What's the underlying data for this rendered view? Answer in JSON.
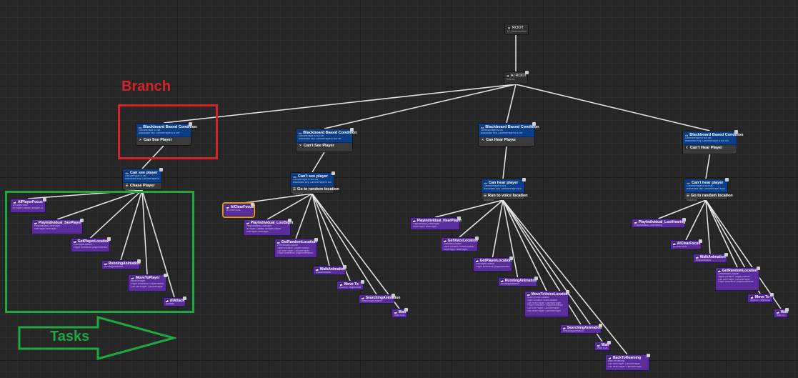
{
  "annotations": {
    "branch_label": "Branch",
    "tasks_label": "Tasks"
  },
  "colors": {
    "decorator": "#0b3e86",
    "task": "#5a2d9c",
    "composite": "#3a3a3a",
    "wire": "#e8e8e8",
    "branch_annotation": "#d4242a",
    "tasks_annotation": "#1fa842"
  },
  "root": {
    "title": "ROOT",
    "sub": "BT_BehaviourRoot"
  },
  "ai_root": {
    "title": "AI ROOT",
    "sub": "Selector"
  },
  "branches": [
    {
      "decorator": {
        "title": "Blackboard Based Condition",
        "lines": [
          "CanSeePlayer IS Set",
          "Blackboard Key: CanSeePlayer is Is Set"
        ]
      },
      "name": "Can See Player",
      "sequence": {
        "title": "Can see player",
        "lines": [
          "CanSeePlayer is Set",
          "Blackboard Key: CanSeePlayer is Is Set"
        ],
        "name": "Chase Player",
        "type": "Sequence"
      },
      "tasks": [
        {
          "title": "AIPlayerFocus",
          "lines": [
            "AIPlayerFocus",
            "Is Player Chased: isPlayerChased"
          ]
        },
        {
          "title": "PlayIndividual_SeePlayer",
          "lines": [
            "PlayIndividual_SeePlayer",
            "SeePlayer: seePlayer"
          ]
        },
        {
          "title": "GetPlayerLocation",
          "lines": [
            "GetPlayerLocation",
            "Player Reference: playerReference"
          ]
        },
        {
          "title": "RunningAnimation",
          "lines": [
            "RunningAnimation"
          ]
        },
        {
          "title": "MoveToPlayer",
          "lines": [
            "MoveToPlayer",
            "Player Reference: PlayerReference",
            "Can See Player: CanSeePlayer"
          ]
        },
        {
          "title": "AIAttack",
          "lines": [
            "AIAttack"
          ]
        }
      ]
    },
    {
      "decorator": {
        "title": "Blackboard Based Condition",
        "lines": [
          "CanSeePlayer is Not Set",
          "Blackboard Key: CanSeePlayer is Not Set"
        ]
      },
      "name": "Can't See Player",
      "sequence": {
        "title": "Can't see player",
        "lines": [
          "CanSeePlayer is Not Set",
          "Blackboard Key: CanSeePlayer is Not Set"
        ],
        "name": "Go to random location",
        "type": "Sequence"
      },
      "tasks": [
        {
          "title": "AIClearFocus",
          "lines": [
            "AIClearFocus"
          ]
        },
        {
          "title": "PlayIndividual_LostSight",
          "lines": [
            "PlayIndividual_LostSight",
            "Is Player Chased: isPlayerChased",
            "SeePlayer: seePlayer"
          ]
        },
        {
          "title": "GetRandomLocation",
          "lines": [
            "GetRandomLocation",
            "Target Location: TargetLocation",
            "Can See Player: CanSeePlayer",
            "Player Reference: playerReference"
          ]
        },
        {
          "title": "WalkAnimation",
          "lines": [
            "WalkAnimation"
          ]
        },
        {
          "title": "Move To",
          "lines": [
            "MoveTo: TargetLocation"
          ]
        },
        {
          "title": "SearchingAnimation",
          "lines": [
            "SearchingAnimation"
          ]
        },
        {
          "title": "Wait",
          "lines": [
            "Wait: 5.0s"
          ]
        }
      ]
    },
    {
      "decorator": {
        "title": "Blackboard Based Condition",
        "lines": [
          "CanHearPlayer is Set",
          "Blackboard Key: CanHearPlayer is Is Set"
        ]
      },
      "name": "Can Hear Player",
      "sequence": {
        "title": "Can hear player",
        "lines": [
          "CanHearPlayer is Set",
          "Blackboard Key: CanHearPlayer is Is Set"
        ],
        "name": "Run to voice location",
        "type": "Sequence"
      },
      "tasks": [
        {
          "title": "PlayIndividual_HearPlayer",
          "lines": [
            "PlayIndividual_HearPlayer",
            "HearPlayer: hearPlayer"
          ]
        },
        {
          "title": "GetVoiceLocation",
          "lines": [
            "GetVoiceLocation",
            "Voice Location: voiceLocation",
            "HearPlayer: hearPlayer"
          ]
        },
        {
          "title": "GetPlayerLocation",
          "lines": [
            "GetPlayerLocation",
            "Player Reference: playerReference"
          ]
        },
        {
          "title": "RunningAnimation",
          "lines": [
            "RunningAnimation"
          ]
        },
        {
          "title": "MoveToVoiceLocation",
          "lines": [
            "MoveToVoiceLocation",
            "Voice Location: voiceLocation",
            "Can Hear Player: CanHearPlayer",
            "Player Reference: playerReference",
            "Can See Player: CanSeePlayer",
            "Can Hear Player: CanHearPlayer"
          ]
        },
        {
          "title": "SearchingAnimation",
          "lines": [
            "SearchingAnimation"
          ]
        },
        {
          "title": "Wait",
          "lines": [
            "Wait: 5.0s"
          ]
        },
        {
          "title": "BackToRoaming",
          "lines": [
            "BackToRoaming",
            "Can See Player: CanSeePlayer",
            "Can Hear Player: CanHearPlayer"
          ]
        }
      ]
    },
    {
      "decorator": {
        "title": "Blackboard Based Condition",
        "lines": [
          "CanHearPlayer is Not Set",
          "Blackboard Key: CanHearPlayer is Not Set"
        ]
      },
      "name": "Can't Hear Player",
      "sequence": {
        "title": "Can't hear player",
        "lines": [
          "CanHearPlayer is Not Set",
          "Blackboard Key: CanHearPlayer is Not Set"
        ],
        "name": "Go to random location",
        "type": "Sequence"
      },
      "tasks": [
        {
          "title": "PlayIndividual_LostHearing",
          "lines": [
            "PlayIndividual_LostHearing"
          ]
        },
        {
          "title": "AIClearFocus",
          "lines": [
            "AIClearFocus"
          ]
        },
        {
          "title": "WalkAnimation",
          "lines": [
            "WalkAnimation"
          ]
        },
        {
          "title": "GetRandomLocation",
          "lines": [
            "GetRandomLocation",
            "Target Location: TargetLocation",
            "Can See Player: CanSeePlayer",
            "Player Reference: playerReference"
          ]
        },
        {
          "title": "Move To",
          "lines": [
            "MoveTo: TargetLocation"
          ]
        },
        {
          "title": "Wait",
          "lines": [
            "Wait: 5.0s"
          ]
        }
      ]
    }
  ]
}
